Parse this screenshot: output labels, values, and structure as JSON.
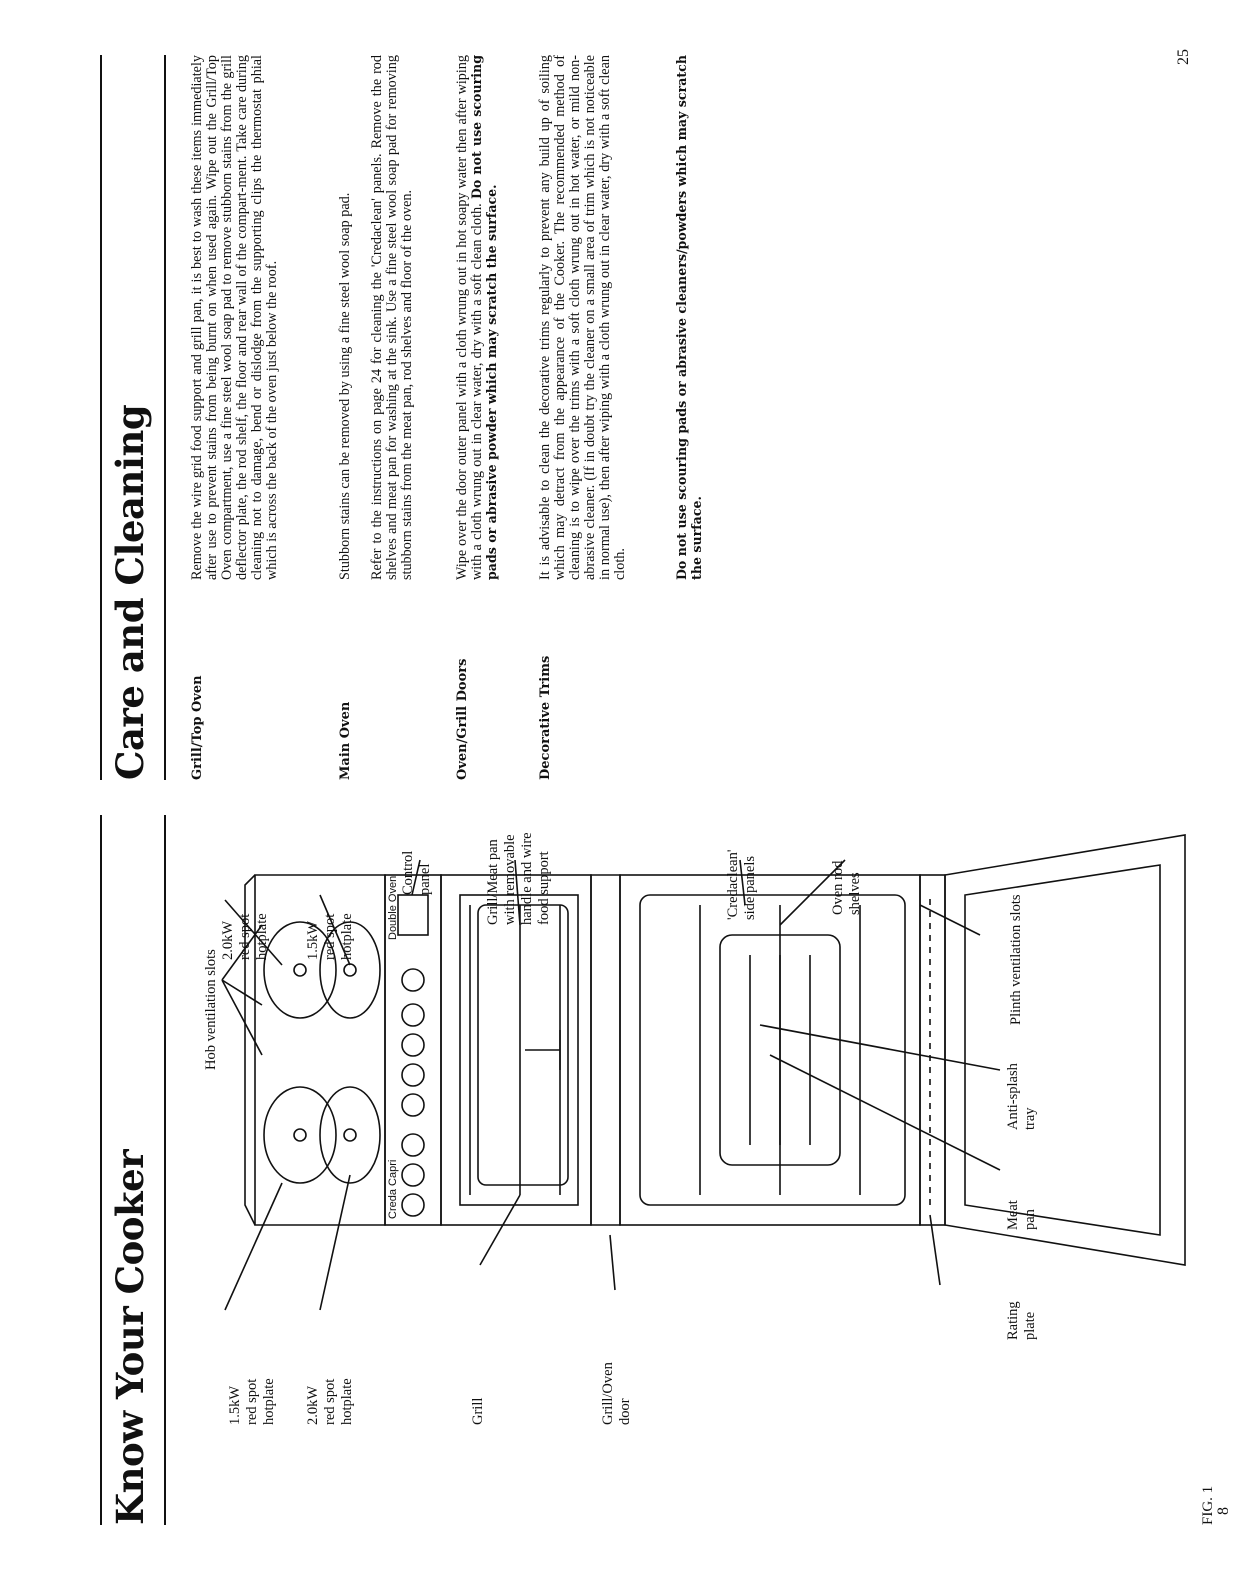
{
  "left_page": {
    "title": "Know Your Cooker",
    "figure_label": "FIG. 1",
    "page_number": "8",
    "labels": {
      "hob_ventilation_slots": "Hob ventilation slots",
      "front_left_hotplate": [
        "1.5kW",
        "red spot",
        "hotplate"
      ],
      "rear_left_hotplate": [
        "2.0kW",
        "red spot",
        "hotplate"
      ],
      "front_right_hotplate": [
        "2.0kW",
        "red spot",
        "hotplate"
      ],
      "rear_right_hotplate": [
        "1.5kW",
        "red spot",
        "hotplate"
      ],
      "control_panel": [
        "Control",
        "panel"
      ],
      "grill_meat_pan": [
        "Grill/Meat pan",
        "with removable",
        "handle and wire",
        "food support"
      ],
      "grill": "Grill",
      "credaclean_panels": [
        "'Credaclean'",
        "side panels"
      ],
      "oven_rod_shelves": [
        "Oven rod",
        "shelves"
      ],
      "grill_oven_door": [
        "Grill/Oven",
        "door"
      ],
      "rating_plate": [
        "Rating",
        "plate"
      ],
      "meat_pan": [
        "Meat",
        "pan"
      ],
      "anti_splash_tray": [
        "Anti-splash",
        "tray"
      ],
      "plinth_ventilation_slots": "Plinth ventilation slots",
      "panel_brand": "Creda Capri",
      "panel_model": "Double Oven"
    }
  },
  "right_page": {
    "title": "Care and Cleaning",
    "page_number": "25",
    "sections": [
      {
        "heading": "Grill/Top Oven",
        "text": "Remove the wire grid food support and grill pan, it is best to wash these items immediately after use to prevent stains from being burnt on when used again. Wipe out the Grill/Top Oven compartment, use a fine steel wool soap pad to remove stubborn stains from the grill deflector plate, the rod shelf, the floor and rear wall of the compart-ment. Take care during cleaning not to damage, bend or dislodge from the supporting clips the thermostat phial which is across the back of the oven just below the roof."
      },
      {
        "heading": "Main Oven",
        "text": "Stubborn stains can be removed by using a fine steel wool soap pad.",
        "text2": "Refer to the instructions on page 24 for cleaning the 'Credaclean' panels. Remove the rod shelves and meat pan for washing at the sink. Use a fine steel wool soap pad for removing stubborn stains from the meat pan, rod shelves and floor of the oven."
      },
      {
        "heading": "Oven/Grill Doors",
        "text": "Wipe over the door outer panel with a cloth wrung out in hot soapy water then after wiping with a cloth wrung out in clear water, dry with a soft clean cloth.",
        "bold": "Do not use scouring pads or abrasive powder which may scratch the surface."
      },
      {
        "heading": "Decorative Trims",
        "text": "It is advisable to clean the decorative trims regularly to prevent any build up of soiling which may detract from the appearance of the Cooker. The recommended method of cleaning is to wipe over the trims with a soft cloth wrung out in hot water, or mild non-abrasive cleaner. (If in doubt try the cleaner on a small area of trim which is not noticeable in normal use), then after wiping with a cloth wrung out in clear water, dry with a soft clean cloth.",
        "bold": "Do not use scouring pads or abrasive cleaners/powders which may scratch the surface."
      }
    ]
  }
}
